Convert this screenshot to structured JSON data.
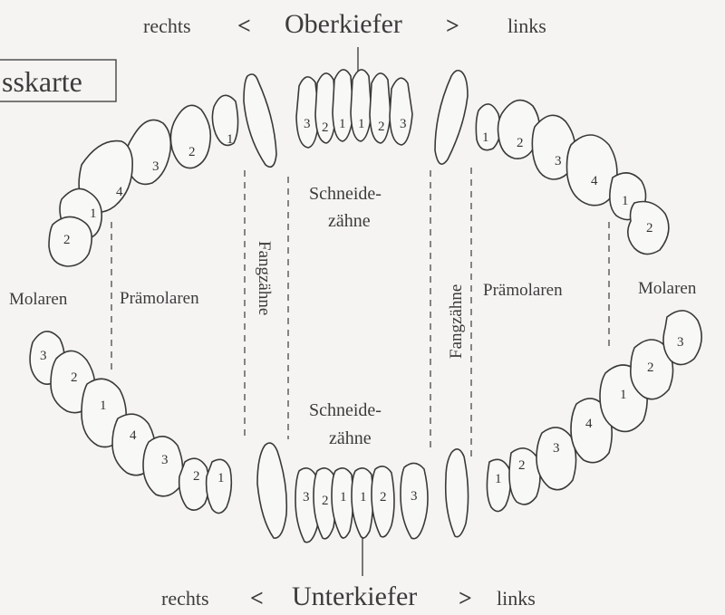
{
  "title_fragment": "sskarte",
  "upper_jaw": {
    "right": "rechts",
    "name": "Oberkiefer",
    "left": "links",
    "arrow_left": "<",
    "arrow_right": ">"
  },
  "lower_jaw": {
    "right": "rechts",
    "name": "Unterkiefer",
    "left": "links",
    "arrow_left": "<",
    "arrow_right": ">"
  },
  "regions": {
    "molars_left": "Molaren",
    "premolars_left": "Prämolaren",
    "canines_left": "Fangzähne",
    "incisors_upper_1": "Schneide-",
    "incisors_upper_2": "zähne",
    "incisors_lower_1": "Schneide-",
    "incisors_lower_2": "zähne",
    "canines_right": "Fangzähne",
    "premolars_right": "Prämolaren",
    "molars_right": "Molaren"
  },
  "upper_incisor_numbers": [
    "3",
    "2",
    "1",
    "1",
    "2",
    "3"
  ],
  "lower_incisor_numbers": [
    "3",
    "2",
    "1",
    "1",
    "2",
    "3"
  ],
  "upper_right_cheek_numbers": [
    "2",
    "1",
    "4",
    "3",
    "2",
    "1"
  ],
  "upper_left_cheek_numbers": [
    "1",
    "2",
    "3",
    "4",
    "1",
    "2"
  ],
  "lower_right_cheek_numbers": [
    "3",
    "2",
    "1",
    "4",
    "3",
    "2",
    "1"
  ],
  "lower_left_cheek_numbers": [
    "1",
    "2",
    "3",
    "4",
    "1",
    "2",
    "3"
  ]
}
